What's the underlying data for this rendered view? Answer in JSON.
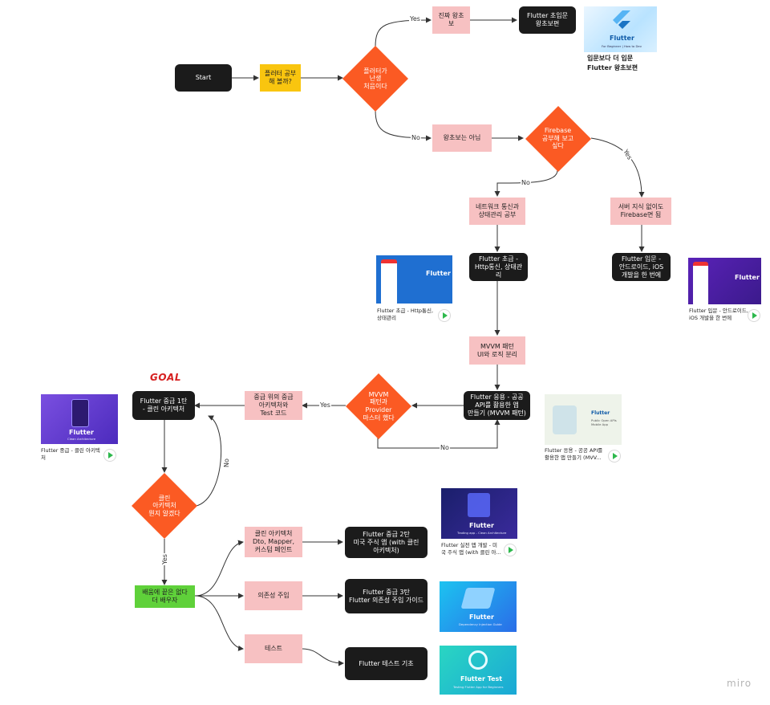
{
  "nodes": {
    "start": "Start",
    "flutter_study": "플러터 공부\n해 볼까?",
    "first_time": "플러터가\n난생\n처음이다",
    "real_beginner": "진짜 왕초보",
    "flutter_intro": "Flutter 초입문\n왕초보편",
    "not_beginner": "왕초보는 아님",
    "firebase_q": "Firebase\n공부해 보고\n싶다",
    "network_state": "네트워크 통신과\n상태관리 공부",
    "no_server": "서버 지식 없이도\nFirebase면 됨",
    "flutter_basic": "Flutter 초급 -\nHttp통신, 상태관리",
    "flutter_android_ios": "Flutter 입문 -\n안드로이드, iOS\n개발을 한 번에",
    "mvvm_pattern": "MVVM 패턴\nUI와 로직 분리",
    "flutter_applied": "Flutter 응용 - 공공\nAPI를 활용한 앱\n만들기 (MVVM 패턴)",
    "mvvm_master": "MVVM\n패턴과\nProvider\n마스터 했다",
    "intermediate_plus": "중급 위의 중급\n아키텍처와\nTest 코드",
    "flutter_inter1": "Flutter 중급 1탄\n- 클린 아키텍처",
    "clean_arch_q": "클린\n아키텍처\n뭔지 알겠다",
    "keep_learning": "배움에 끝은 없다\n더 배우자",
    "clean_arch_detail": "클린 아키텍처\nDto, Mapper,\n커스텀 페인트",
    "di": "의존성 주입",
    "test": "테스트",
    "flutter_inter2": "Flutter 중급 2탄\n미국 주식 앱 (with 클린\n아키텍처)",
    "flutter_inter3": "Flutter 중급 3탄\nFlutter 의존성 주입 가이드",
    "flutter_test_basic": "Flutter 테스트 기초"
  },
  "edge_labels": {
    "yes": "Yes",
    "no": "No"
  },
  "captions": {
    "intro": "입문보다 더 입문\nFlutter 왕초보편",
    "basic": "Flutter 초급 - Http통신,\n상태관리",
    "android_ios": "Flutter 입문 - 안드로이드,\niOS 개발을 한 번에",
    "clean": "Flutter 중급 - 클린 아키텍\n처",
    "public_api": "Flutter 응용 - 공공 API를\n활용한 앱 만들기 (MVV...",
    "trading": "Flutter 실전 앱 개발 - 미\n국 주식 앱 (with 클린 아..."
  },
  "thumbs": {
    "beginner_title": "Flutter",
    "beginner_sub": "For Beginner | How to Dev",
    "basic_title": "Flutter",
    "android_title": "Flutter",
    "clean_title": "Flutter",
    "clean_sub": "Clean Architecture",
    "public_title": "Flutter",
    "public_sub": "Public Open APIs\nMobile App",
    "trading_title": "Flutter",
    "trading_sub": "Trading app - Clean Architecture",
    "di_title": "Flutter",
    "di_sub": "Dependency Injection Guide",
    "test_title": "Flutter Test",
    "test_sub": "Testing Flutter App for Beginners"
  },
  "goal": "GOAL",
  "watermark": "miro",
  "colors": {
    "black_node": "#1b1b1b",
    "pink_node": "#f7c1c2",
    "yellow_node": "#f9c50f",
    "green_node": "#5fd13a",
    "diamond": "#fb5a23",
    "goal_red": "#d62020"
  }
}
